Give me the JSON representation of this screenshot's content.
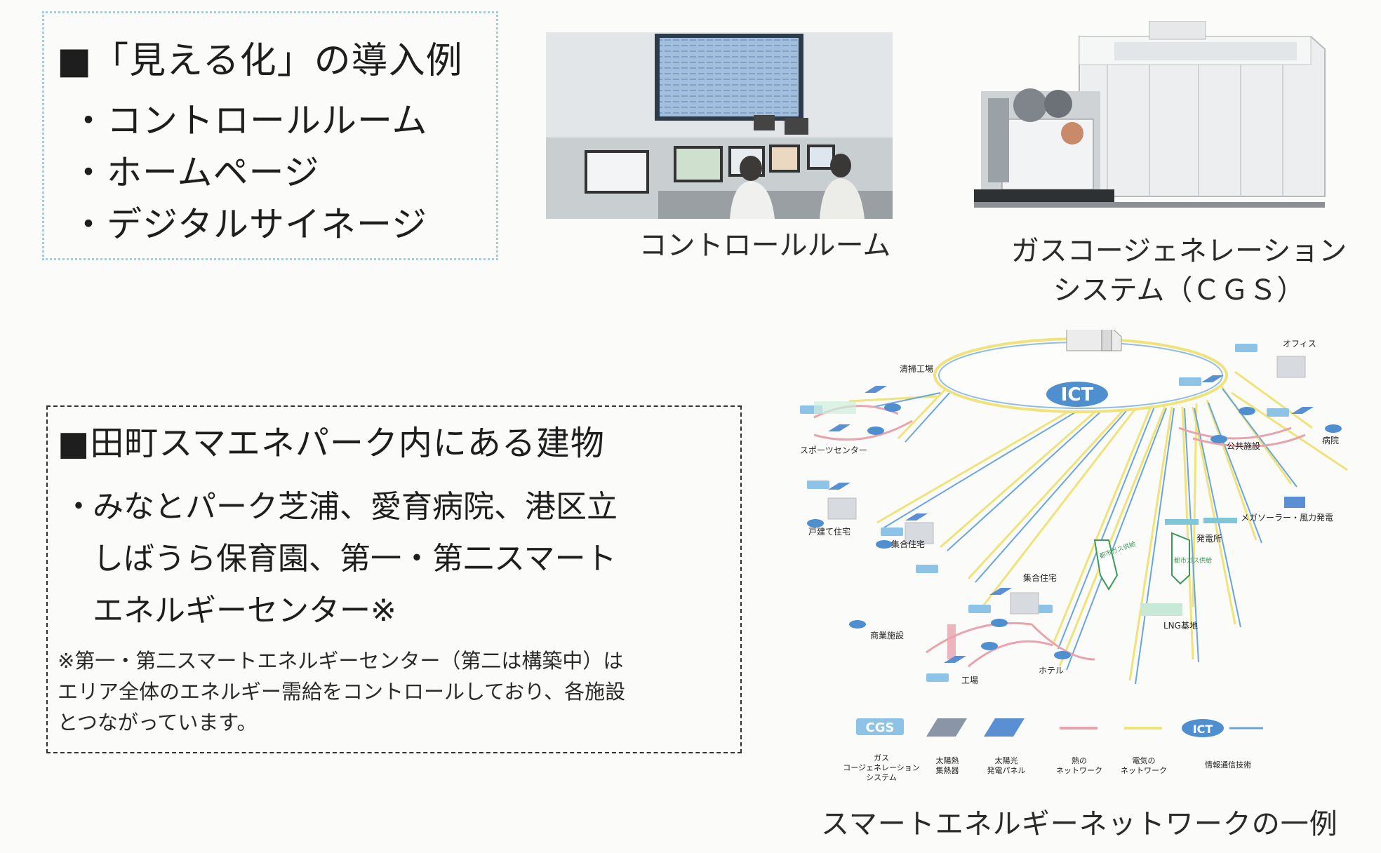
{
  "mieruka": {
    "heading": "■「見える化」の導入例",
    "items": [
      "・コントロールルーム",
      "・ホームページ",
      "・デジタルサイネージ"
    ]
  },
  "photos": {
    "control_room_caption": "コントロールルーム",
    "cgs_caption_line1": "ガスコージェネレーション",
    "cgs_caption_line2": "システム（ＣＧＳ）"
  },
  "park": {
    "heading": "■田町スマエネパーク内にある建物",
    "bullet": "・",
    "body_line1": "みなとパーク芝浦、愛育病院、港区立",
    "body_line2": "しばうら保育園、第一・第二スマート",
    "body_line3": "エネルギーセンター※",
    "note_line1": "※第一・第二スマートエネルギーセンター（第二は構築中）は",
    "note_line2": "エリア全体のエネルギー需給をコントロールしており、各施設",
    "note_line3": "とつながっています。"
  },
  "network": {
    "hub_label": "ICT",
    "nodes": {
      "seisou": "清掃工場",
      "sports": "スポーツセンター",
      "office": "オフィス",
      "hospital": "病院",
      "public": "公共施設",
      "detached": "戸建て住宅",
      "apartment1": "集合住宅",
      "mega_solar": "メガソーラー・風力発電",
      "power_plant": "発電所",
      "apartment2": "集合住宅",
      "commercial": "商業施設",
      "factory": "工場",
      "hotel": "ホテル",
      "lng": "LNG基地"
    },
    "arrow1": "都市ガス供給",
    "arrow2": "都市ガス供給",
    "legend": {
      "cgs_badge": "CGS",
      "cgs_line1": "ガス",
      "cgs_line2": "コージェネレーション",
      "cgs_line3": "システム",
      "solar_heat_line1": "太陽熱",
      "solar_heat_line2": "集熱器",
      "solar_pv_line1": "太陽光",
      "solar_pv_line2": "発電パネル",
      "heat_line1": "熱の",
      "heat_line2": "ネットワーク",
      "elec_line1": "電気の",
      "elec_line2": "ネットワーク",
      "ict_badge": "ICT",
      "ict_label": "情報通信技術"
    },
    "caption": "スマートエネルギーネットワークの一例",
    "colors": {
      "ict_blue": "#4e8fd0",
      "electric_yellow": "#efe37a",
      "heat_red": "#e8a3ad",
      "cgs_blue": "#8dc3e6",
      "solar_blue": "#5b8fd4",
      "solar_heat_gray": "#8a96a8",
      "gas_green": "#3a9a5a"
    }
  }
}
